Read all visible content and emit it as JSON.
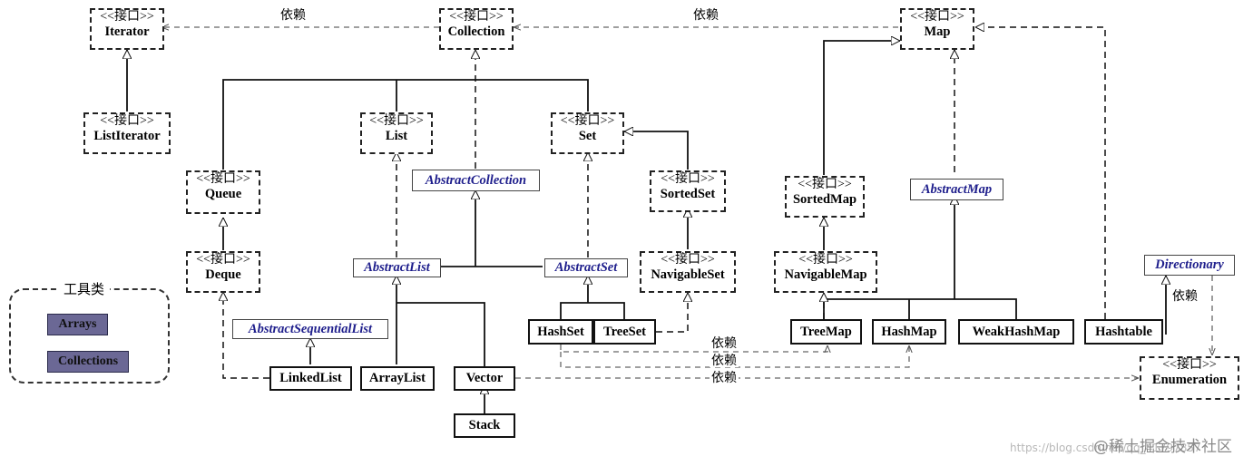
{
  "stereotype": "<<接口>>",
  "depends": "依赖",
  "interfaces": {
    "iterator": "Iterator",
    "collection": "Collection",
    "map": "Map",
    "list_iterator": "ListIterator",
    "list": "List",
    "set": "Set",
    "queue": "Queue",
    "sorted_set": "SortedSet",
    "sorted_map": "SortedMap",
    "deque": "Deque",
    "navigable_set": "NavigableSet",
    "navigable_map": "NavigableMap",
    "enumeration": "Enumeration"
  },
  "abstract_classes": {
    "abstract_collection": "AbstractCollection",
    "abstract_map": "AbstractMap",
    "abstract_list": "AbstractList",
    "abstract_set": "AbstractSet",
    "directionary": "Directionary",
    "abstract_sequential_list": "AbstractSequentialList"
  },
  "classes": {
    "hash_set": "HashSet",
    "tree_set": "TreeSet",
    "tree_map": "TreeMap",
    "hash_map": "HashMap",
    "weak_hash_map": "WeakHashMap",
    "hashtable": "Hashtable",
    "linked_list": "LinkedList",
    "array_list": "ArrayList",
    "vector": "Vector",
    "stack": "Stack"
  },
  "tools": {
    "title": "工具类",
    "items": [
      "Arrays",
      "Collections"
    ]
  },
  "watermark": {
    "brand": "@稀土掘金技术社区",
    "url": "https://blog.csdn.net/qq_41797857"
  }
}
